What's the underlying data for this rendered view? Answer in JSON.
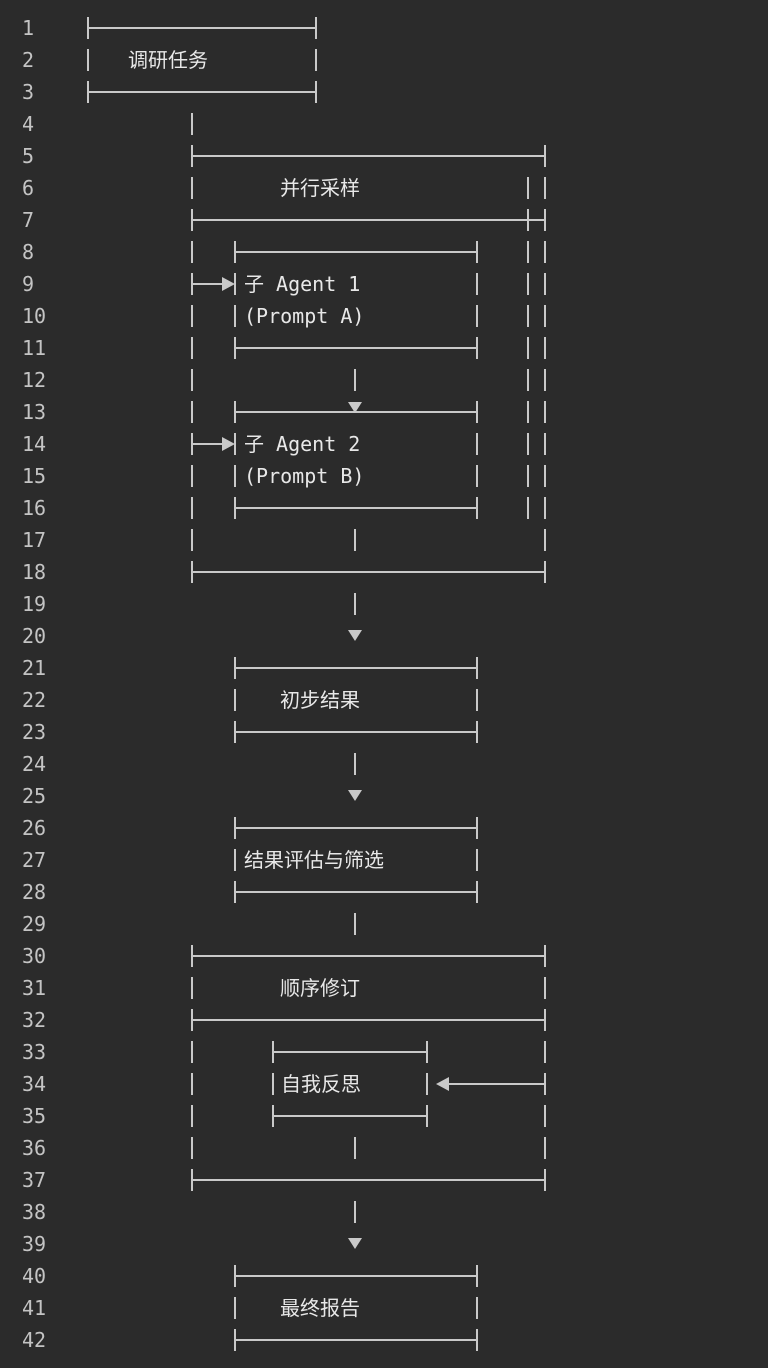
{
  "editor": {
    "line_numbers": "1\n2\n3\n4\n5\n6\n7\n8\n9\n10\n11\n12\n13\n14\n15\n16\n17\n18\n19\n20\n21\n22\n23\n24\n25\n26\n27\n28\n29\n30\n31\n32\n33\n34\n35\n36\n37\n38\n39\n40\n41\n42"
  },
  "diagram": {
    "nodes": {
      "task": "调研任务",
      "parallel": "并行采样",
      "agent1_title": "子 Agent 1",
      "agent1_sub": "(Prompt A)",
      "agent2_title": "子 Agent 2",
      "agent2_sub": "(Prompt B)",
      "initial_results": "初步结果",
      "evaluation": "结果评估与筛选",
      "sequential_revision": "顺序修订",
      "self_reflection": "自我反思",
      "final_report": "最终报告"
    },
    "edges": [
      "调研任务 → 并行采样",
      "并行采样 → 子 Agent 1",
      "并行采样 → 子 Agent 2",
      "子 Agent 1 → 子 Agent 2",
      "并行采样 → 初步结果",
      "初步结果 → 结果评估与筛选",
      "结果评估与筛选 → 顺序修订",
      "顺序修订右侧 → 自我反思",
      "顺序修订 → 最终报告"
    ],
    "colors": {
      "background": "#2b2b2b",
      "line": "#c9c9c9",
      "label": "#e8e8e8",
      "gutter": "#c4c4c4"
    }
  }
}
